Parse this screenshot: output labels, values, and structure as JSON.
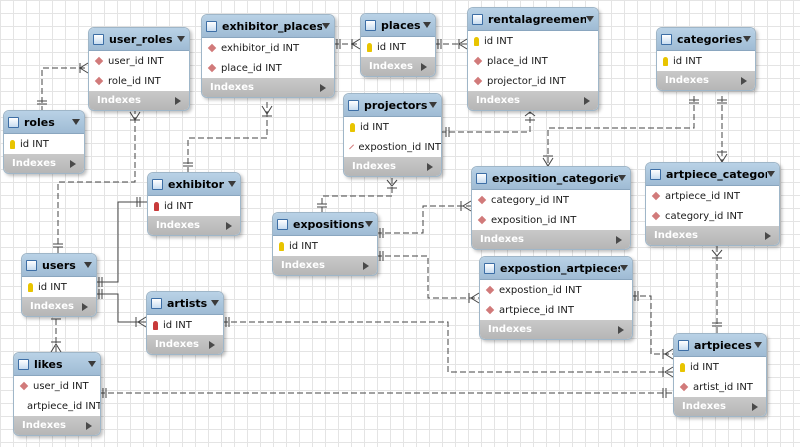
{
  "entities": {
    "user_roles": {
      "title": "user_roles",
      "columns": [
        "user_id INT",
        "role_id INT"
      ],
      "indexes": "Indexes"
    },
    "exhibitor_places": {
      "title": "exhibitor_places",
      "columns": [
        "exhibitor_id INT",
        "place_id INT"
      ],
      "indexes": "Indexes"
    },
    "places": {
      "title": "places",
      "columns": [
        "id INT"
      ],
      "indexes": "Indexes"
    },
    "rentalagreement": {
      "title": "rentalagreement",
      "columns": [
        "id INT",
        "place_id INT",
        "projector_id INT"
      ],
      "indexes": "Indexes"
    },
    "categories": {
      "title": "categories",
      "columns": [
        "id INT"
      ],
      "indexes": "Indexes"
    },
    "roles": {
      "title": "roles",
      "columns": [
        "id INT"
      ],
      "indexes": "Indexes"
    },
    "projectors": {
      "title": "projectors",
      "columns": [
        "id INT",
        "expostion_id INT"
      ],
      "indexes": "Indexes"
    },
    "exhibitor": {
      "title": "exhibitor",
      "columns": [
        "id INT"
      ],
      "indexes": "Indexes"
    },
    "exposition_categories": {
      "title": "exposition_categories",
      "columns": [
        "category_id INT",
        "exposition_id INT"
      ],
      "indexes": "Indexes"
    },
    "artpiece_categories": {
      "title": "artpiece_categories",
      "columns": [
        "artpiece_id INT",
        "category_id INT"
      ],
      "indexes": "Indexes"
    },
    "expositions": {
      "title": "expositions",
      "columns": [
        "id INT"
      ],
      "indexes": "Indexes"
    },
    "users": {
      "title": "users",
      "columns": [
        "id INT"
      ],
      "indexes": "Indexes"
    },
    "expostion_artpieces": {
      "title": "expostion_artpieces",
      "columns": [
        "expostion_id INT",
        "artpiece_id INT"
      ],
      "indexes": "Indexes"
    },
    "artists": {
      "title": "artists",
      "columns": [
        "id INT"
      ],
      "indexes": "Indexes"
    },
    "artpieces": {
      "title": "artpieces",
      "columns": [
        "id INT",
        "artist_id INT"
      ],
      "indexes": "Indexes"
    },
    "likes": {
      "title": "likes",
      "columns": [
        "user_id INT",
        "artpiece_id INT"
      ],
      "indexes": "Indexes"
    }
  },
  "colors": {
    "header": "#a9c5dc",
    "indexes_bar": "#bfbfbf",
    "primary_key": "#e8c400",
    "foreign_key": "#d17a7a",
    "connector": "#444444"
  }
}
